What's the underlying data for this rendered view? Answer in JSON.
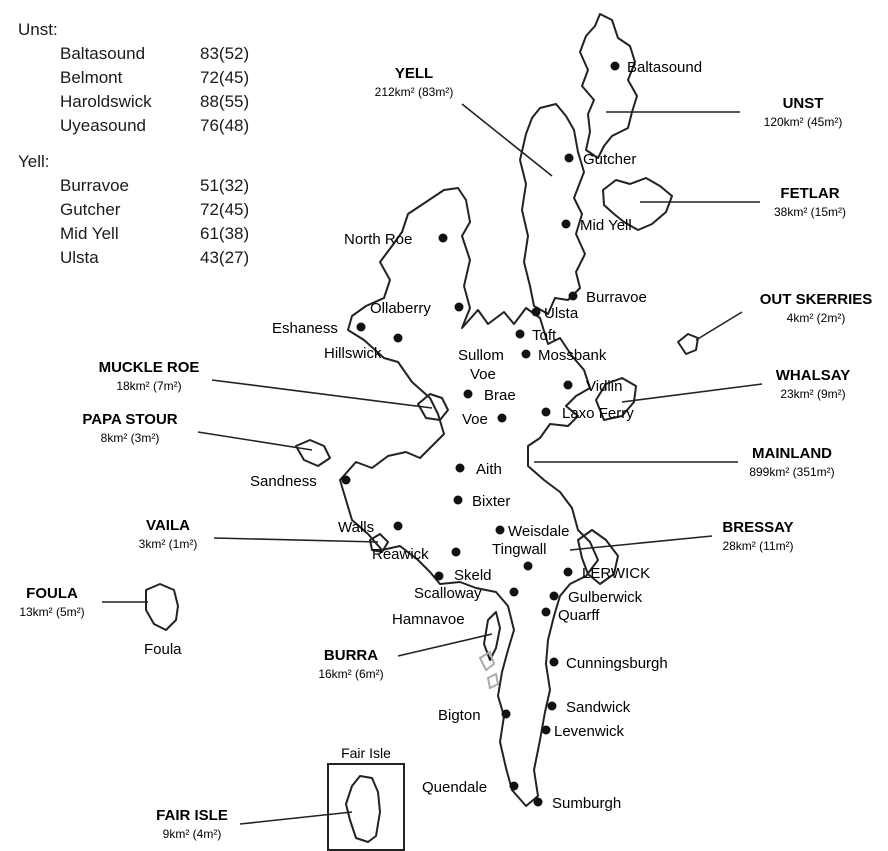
{
  "legend": {
    "groups": [
      {
        "title": "Unst:",
        "rows": [
          {
            "place": "Baltasound",
            "dist": "83(52)"
          },
          {
            "place": "Belmont",
            "dist": "72(45)"
          },
          {
            "place": "Haroldswick",
            "dist": "88(55)"
          },
          {
            "place": "Uyeasound",
            "dist": "76(48)"
          }
        ]
      },
      {
        "title": "Yell:",
        "rows": [
          {
            "place": "Burravoe",
            "dist": "51(32)"
          },
          {
            "place": "Gutcher",
            "dist": "72(45)"
          },
          {
            "place": "Mid Yell",
            "dist": "61(38)"
          },
          {
            "place": "Ulsta",
            "dist": "43(27)"
          }
        ]
      }
    ]
  },
  "islands": [
    {
      "id": "yell",
      "name": "YELL",
      "area": "212km² (83m²)"
    },
    {
      "id": "unst",
      "name": "UNST",
      "area": "120km² (45m²)"
    },
    {
      "id": "fetlar",
      "name": "FETLAR",
      "area": "38km² (15m²)"
    },
    {
      "id": "out-skerries",
      "name": "OUT SKERRIES",
      "area": "4km² (2m²)"
    },
    {
      "id": "muckle-roe",
      "name": "MUCKLE ROE",
      "area": "18km² (7m²)"
    },
    {
      "id": "whalsay",
      "name": "WHALSAY",
      "area": "23km² (9m²)"
    },
    {
      "id": "papa-stour",
      "name": "PAPA STOUR",
      "area": "8km² (3m²)"
    },
    {
      "id": "mainland",
      "name": "MAINLAND",
      "area": "899km² (351m²)"
    },
    {
      "id": "vaila",
      "name": "VAILA",
      "area": "3km² (1m²)"
    },
    {
      "id": "bressay",
      "name": "BRESSAY",
      "area": "28km² (11m²)"
    },
    {
      "id": "foula",
      "name": "FOULA",
      "area": "13km² (5m²)"
    },
    {
      "id": "burra",
      "name": "BURRA",
      "area": "16km² (6m²)"
    },
    {
      "id": "fair-isle",
      "name": "FAIR ISLE",
      "area": "9km² (4m²)"
    }
  ],
  "towns": [
    "Baltasound",
    "Gutcher",
    "Mid Yell",
    "North Roe",
    "Burravoe",
    "Ulsta",
    "Ollaberry",
    "Eshaness",
    "Toft",
    "Hillswick",
    "Sullom",
    "Mossbank",
    "Voe",
    "Brae",
    "Vidlin",
    "Voe",
    "Laxo Ferry",
    "Aith",
    "Sandness",
    "Bixter",
    "Weisdale",
    "Walls",
    "Tingwall",
    "Reawick",
    "LERWICK",
    "Skeld",
    "Scalloway",
    "Gulberwick",
    "Quarff",
    "Hamnavoe",
    "Cunningsburgh",
    "Sandwick",
    "Bigton",
    "Levenwick",
    "Quendale",
    "Sumburgh",
    "Foula"
  ],
  "inset": {
    "title": "Fair Isle"
  }
}
